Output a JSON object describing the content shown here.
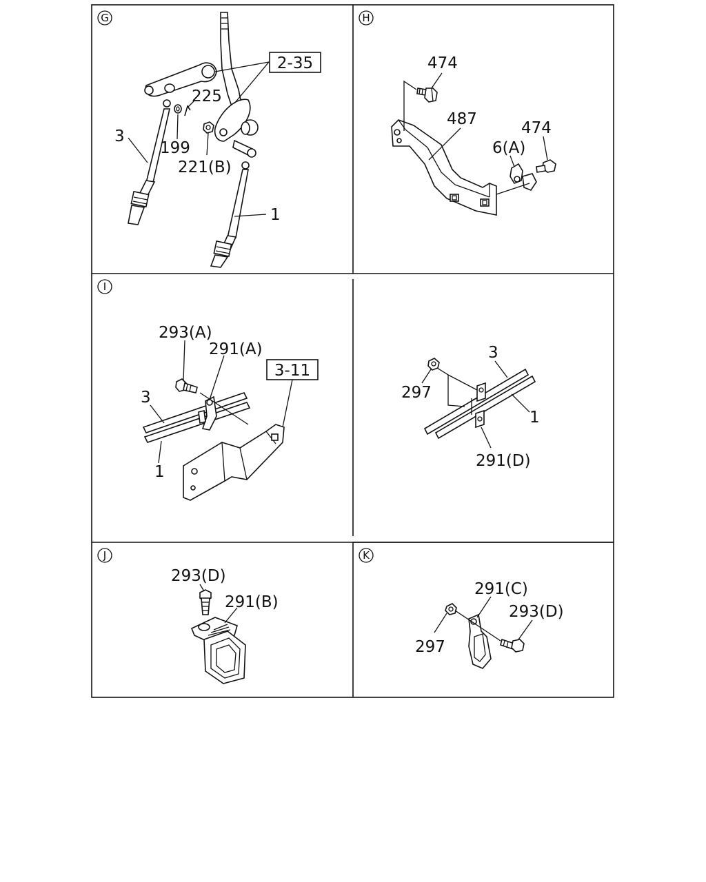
{
  "panels": {
    "g": {
      "letter": "G",
      "labels": {
        "ref_2_35": "2-35",
        "n225": "225",
        "n3": "3",
        "n199": "199",
        "n221b": "221(B)",
        "n1": "1"
      }
    },
    "h": {
      "letter": "H",
      "labels": {
        "n474_top": "474",
        "n487": "487",
        "n474_right": "474",
        "n6a": "6(A)"
      }
    },
    "i": {
      "letter": "I",
      "labels": {
        "n293a": "293(A)",
        "n291a": "291(A)",
        "ref_3_11": "3-11",
        "n3": "3",
        "n1": "1"
      }
    },
    "i2": {
      "labels": {
        "n3": "3",
        "n297": "297",
        "n1": "1",
        "n291d": "291(D)"
      }
    },
    "j": {
      "letter": "J",
      "labels": {
        "n293d": "293(D)",
        "n291b": "291(B)"
      }
    },
    "k": {
      "letter": "K",
      "labels": {
        "n291c": "291(C)",
        "n293d": "293(D)",
        "n297": "297"
      }
    }
  }
}
